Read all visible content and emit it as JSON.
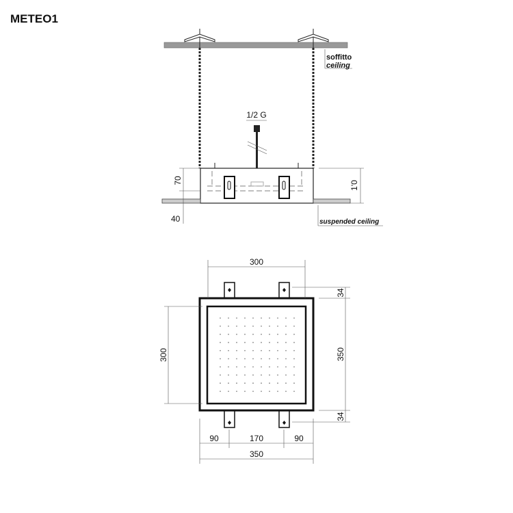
{
  "title": "METEO1",
  "side_view": {
    "ceiling_it": "soffitto",
    "ceiling_en": "ceiling",
    "pipe_thread": "1/2 G",
    "dim_box_height": "70",
    "dim_ceiling_thickness": "40",
    "dim_total_height": "1'0",
    "suspended_ceiling": "suspended ceiling"
  },
  "plan_view": {
    "dim_inner_width": "300",
    "dim_inner_height": "300",
    "dim_outer_height": "350",
    "dim_tab_top": "34",
    "dim_tab_bottom": "34",
    "dim_left": "90",
    "dim_middle": "170",
    "dim_right": "90",
    "dim_outer_width": "350",
    "nozzle_grid": {
      "rows": 10,
      "cols": 10
    }
  }
}
